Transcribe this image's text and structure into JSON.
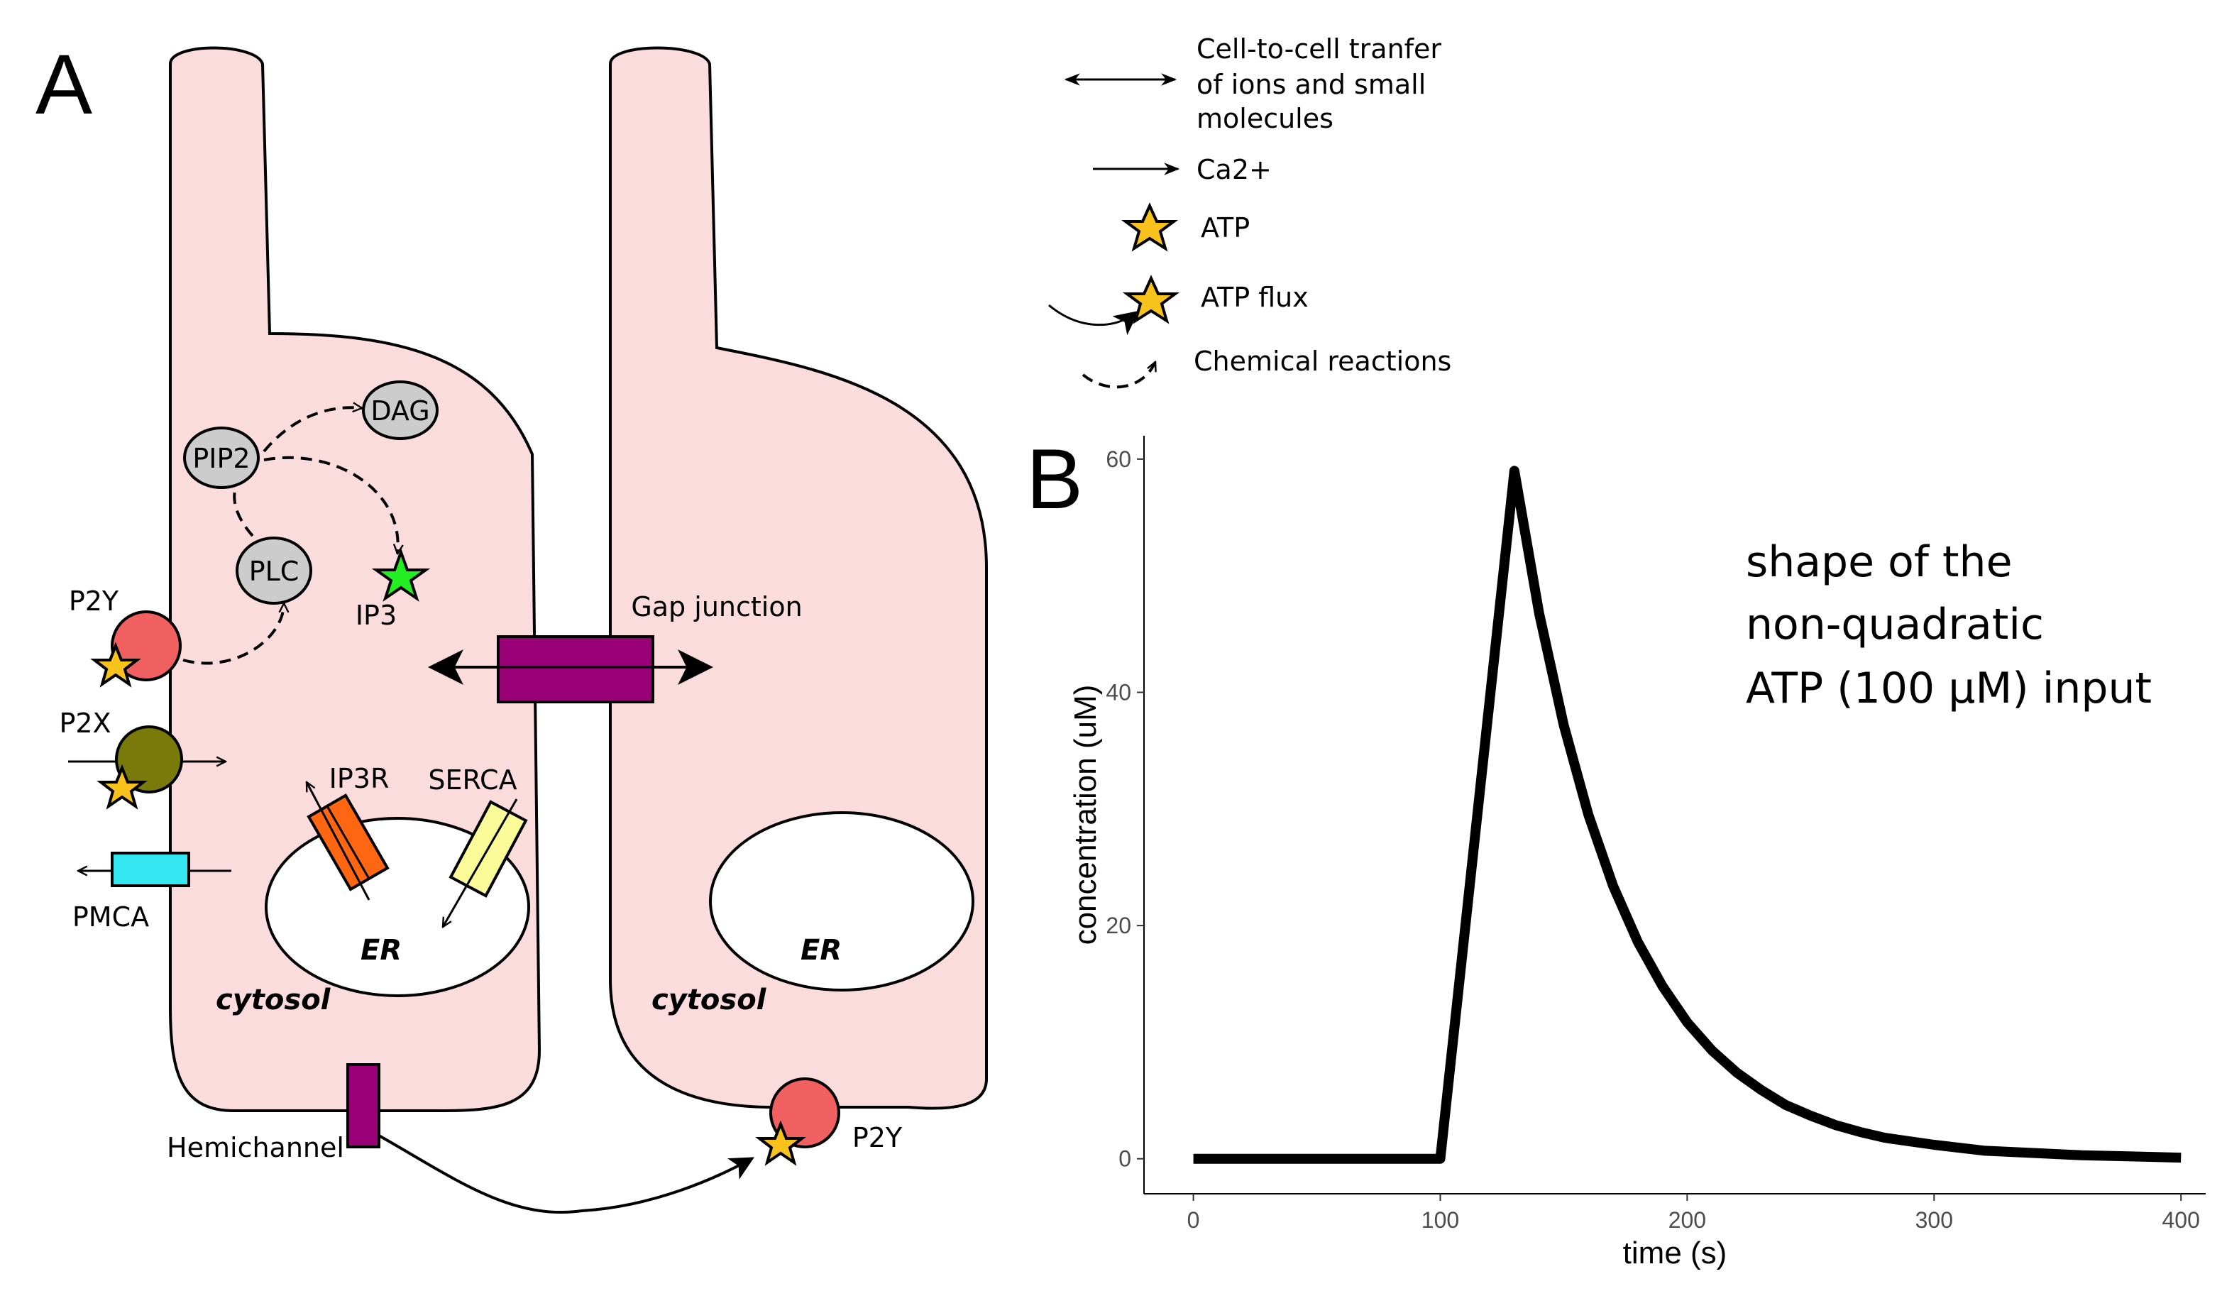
{
  "panel_labels": {
    "a": "A",
    "b": "B"
  },
  "diagram": {
    "molecules": {
      "pip2": "PIP2",
      "dag": "DAG",
      "plc": "PLC",
      "ip3": "IP3"
    },
    "receptors": {
      "p2y_left": "P2Y",
      "p2x": "P2X",
      "pmca": "PMCA",
      "p2y_right": "P2Y"
    },
    "er_channels": {
      "ip3r": "IP3R",
      "serca": "SERCA"
    },
    "compartments": {
      "er_left": "ER",
      "er_right": "ER",
      "cytosol_left": "cytosol",
      "cytosol_right": "cytosol"
    },
    "junctions": {
      "gap": "Gap junction",
      "hemichannel": "Hemichannel"
    },
    "colors": {
      "cell_fill": "#fbdcdc",
      "receptor_red": "#f06060",
      "p2x_olive": "#7a7a0a",
      "pmca_cyan": "#33e6f0",
      "ip3r_orange": "#ff6611",
      "serca_yellow": "#fafa99",
      "gap_purple": "#990077",
      "molecule_grey": "#cccccc",
      "ip3_green": "#22ee22",
      "atp_gold": "#f7c21c"
    }
  },
  "legend": {
    "transfer_line1": "Cell-to-cell tranfer",
    "transfer_line2": "of ions and small",
    "transfer_line3": "molecules",
    "calcium": "Ca2+",
    "atp": "ATP",
    "atp_flux": "ATP flux",
    "reactions": "Chemical reactions"
  },
  "annotation": {
    "line1": "shape of the",
    "line2": "non-quadratic",
    "line3": "ATP (100 µM) input"
  },
  "chart_data": {
    "type": "line",
    "xlabel": "time (s)",
    "ylabel": "concentration (uM)",
    "xlim": [
      -20,
      410
    ],
    "ylim": [
      -3,
      62
    ],
    "xticks": [
      0,
      100,
      200,
      300,
      400
    ],
    "yticks": [
      0,
      20,
      40,
      60
    ],
    "grid": false,
    "series": [
      {
        "values_description_free": true,
        "x": [
          0,
          100,
          130,
          140,
          150,
          160,
          170,
          180,
          190,
          200,
          210,
          220,
          230,
          240,
          250,
          260,
          270,
          280,
          290,
          300,
          320,
          340,
          360,
          380,
          400
        ],
        "y": [
          0,
          0,
          59,
          46.8,
          37.2,
          29.5,
          23.4,
          18.6,
          14.8,
          11.7,
          9.3,
          7.4,
          5.9,
          4.6,
          3.7,
          2.9,
          2.3,
          1.8,
          1.5,
          1.2,
          0.7,
          0.5,
          0.3,
          0.2,
          0.1
        ],
        "color": "#000000"
      }
    ]
  }
}
